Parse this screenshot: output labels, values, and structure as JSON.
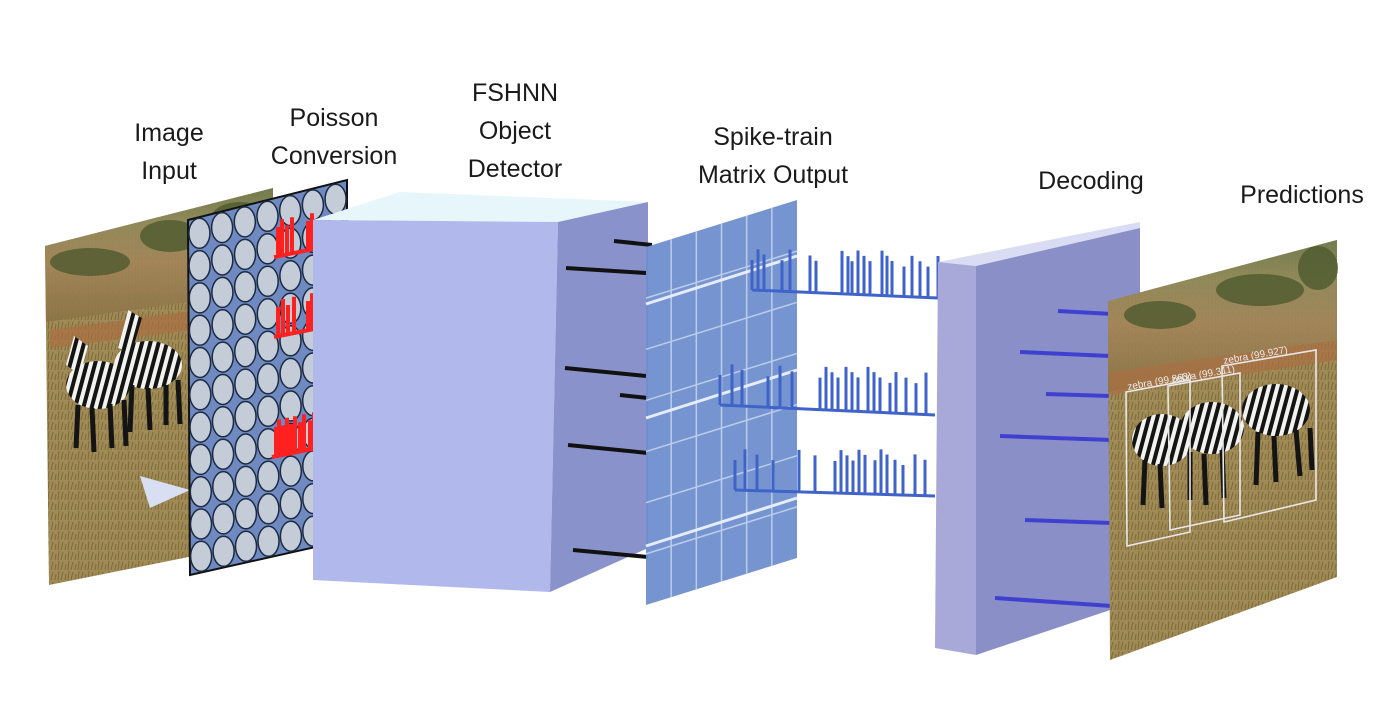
{
  "stages": [
    {
      "id": "image-input",
      "lines": [
        "Image",
        "Input"
      ]
    },
    {
      "id": "poisson-conversion",
      "lines": [
        "Poisson",
        "Conversion"
      ]
    },
    {
      "id": "fshnn-detector",
      "lines": [
        "FSHNN",
        "Object",
        "Detector"
      ]
    },
    {
      "id": "spike-train-output",
      "lines": [
        "Spike-train",
        "Matrix Output"
      ]
    },
    {
      "id": "decoding",
      "lines": [
        "Decoding"
      ]
    },
    {
      "id": "predictions",
      "lines": [
        "Predictions"
      ]
    }
  ],
  "detections": [
    {
      "label": "zebra (99.863)"
    },
    {
      "label": "zebra (99.311)"
    },
    {
      "label": "zebra (99.927)"
    }
  ],
  "colors": {
    "block_front": "#b0b8ec",
    "block_side": "#8a92cc",
    "block_top": "#e6f6fb",
    "matrix": "#6f8fce",
    "spike_blue": "#3f63c9",
    "spike_red": "#ff2020",
    "poisson_bg": "#6f8ac0",
    "poisson_cell": "#c4ccd8",
    "output_line": "#4040d0",
    "input_line": "#111111"
  },
  "icons": {
    "image_input": "zebra-photo",
    "predictions": "zebra-photo-with-boxes"
  }
}
